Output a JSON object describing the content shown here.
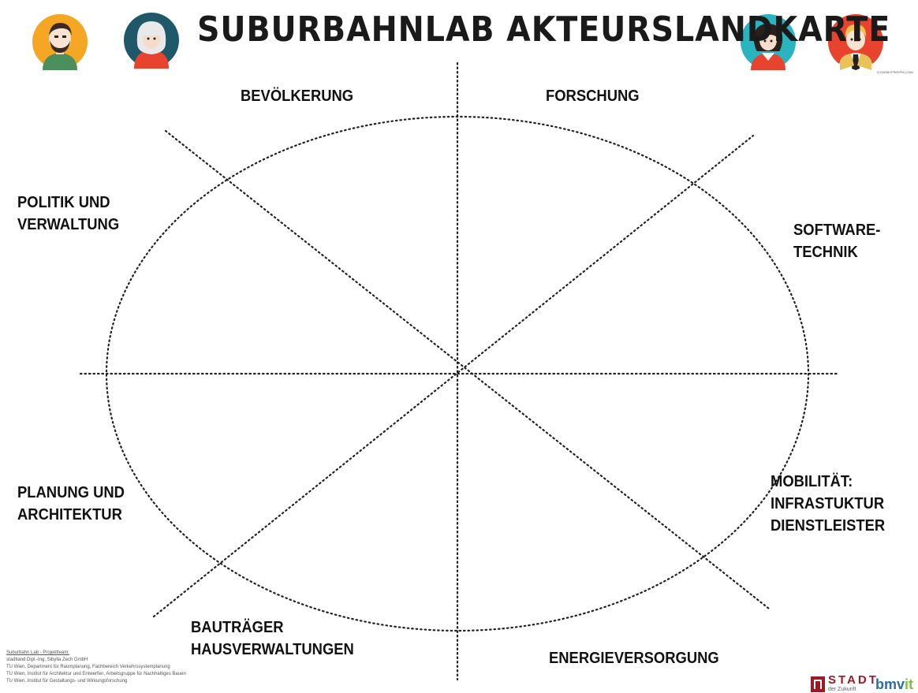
{
  "header": {
    "title": "SUBURBAHNLAB AKTEURSLANDKARTE",
    "credit": "ICONSBYFREEPIK.COM"
  },
  "avatars": [
    {
      "name": "bearded-man-icon",
      "bg": "#f5a623"
    },
    {
      "name": "woman-headscarf-icon",
      "bg": "#1f5869"
    },
    {
      "name": "woman-dark-hair-icon",
      "bg": "#2ab4c0"
    },
    {
      "name": "blond-man-tie-icon",
      "bg": "#e8432e"
    }
  ],
  "sectors": {
    "bevoelkerung": "BEVÖLKERUNG",
    "forschung": "FORSCHUNG",
    "politik_line1": "POLITIK UND",
    "politik_line2": "VERWALTUNG",
    "software_line1": "SOFTWARE-",
    "software_line2": "TECHNIK",
    "planung_line1": "PLANUNG UND",
    "planung_line2": "ARCHITEKTUR",
    "mobilitaet_line1": "MOBILITÄT:",
    "mobilitaet_line2": "INFRASTUKTUR",
    "mobilitaet_line3": "DIENSTLEISTER",
    "bautraeger_line1": "BAUTRÄGER",
    "bautraeger_line2": "HAUSVERWALTUNGEN",
    "energie": "ENERGIEVERSORGUNG"
  },
  "footer": {
    "heading": "Suburbahn Lab - Projektteam:",
    "lines": [
      "stadtland Dipl.-Ing. Sibylla Zech GmbH",
      "TU Wien, Department für Raumplanung, Fachbereich Verkehrssystemplanung",
      "TU Wien, Institut für Architektur und Entwerfen, Arbeitsgruppe für Nachhaltiges Bauen",
      "TU Wien, Institut für Gestaltungs- und Wirkungsforschung"
    ]
  },
  "logos": {
    "stadt": "STADT",
    "stadt_sub": "der Zukunft",
    "bm_prefix": "bm",
    "bm_v": "v",
    "bm_it": "it"
  },
  "colors": {
    "dotted_line": "#222222",
    "text": "#111111"
  }
}
